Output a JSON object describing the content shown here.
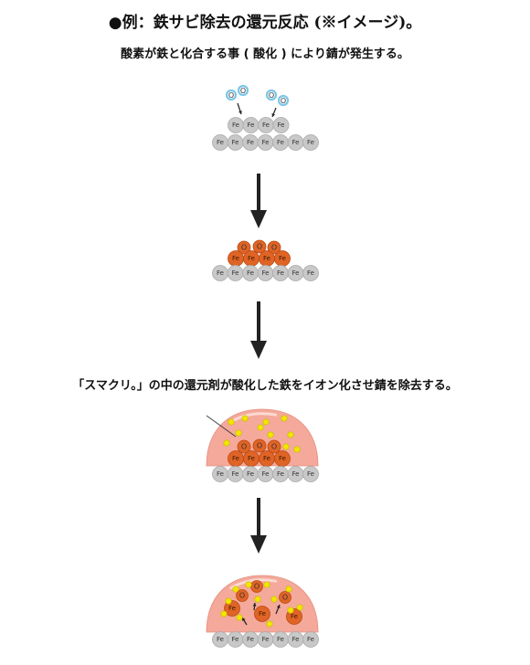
{
  "title": "●例：鉄サビ除去の還元反応 (※イメージ)。",
  "subtitle": "酸素が鉄と化合する事 ( 酸化 ) により錆が発生する。",
  "caption": "「スマクリ。」の中の還元剤が酸化した鉄をイオン化させ錆を除去する。",
  "atoms": {
    "iron": "Fe",
    "oxygen": "O"
  },
  "colors": {
    "iron": "#c8c8c8",
    "rust": "#e06426",
    "oxygen_ring": "#7cc6e6",
    "gel": "#f4a99a",
    "agent": "#f2e600",
    "arrow": "#222222"
  }
}
